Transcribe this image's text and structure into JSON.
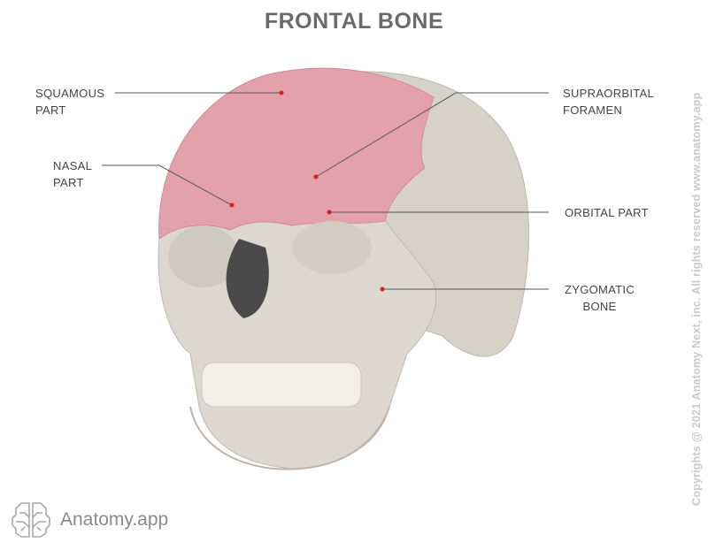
{
  "title": "FRONTAL BONE",
  "labels": {
    "squamous": [
      "SQUAMOUS",
      "PART"
    ],
    "nasal": [
      "NASAL",
      "PART"
    ],
    "supraorbital": [
      "SUPRAORBITAL",
      "FORAMEN"
    ],
    "orbital": [
      "ORBITAL PART"
    ],
    "zygomatic": [
      "ZYGOMATIC",
      "BONE"
    ]
  },
  "brand": "Anatomy.app",
  "copyright": "Copyrights @ 2021 Anatomy Next, inc. All rights reserved www.anatomy.app",
  "colors": {
    "highlight": "#e3a2ab",
    "bone": "#d8d4cb",
    "dot": "#d0202a",
    "line": "#555555"
  }
}
